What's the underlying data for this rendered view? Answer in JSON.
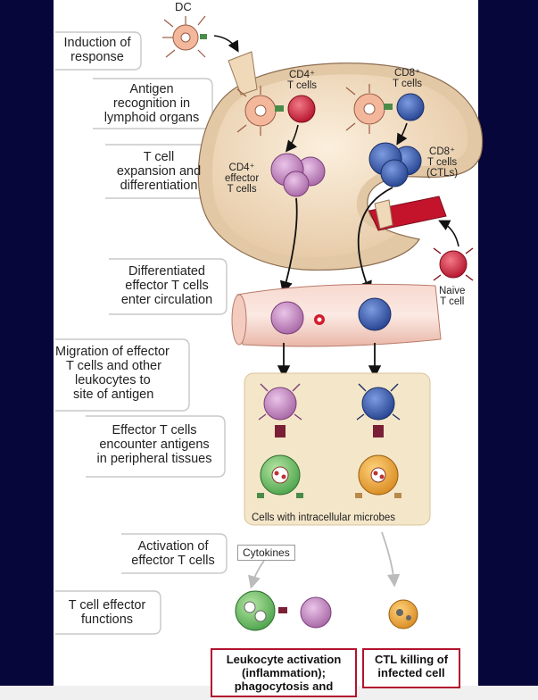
{
  "steps": [
    {
      "lines": [
        "Induction of",
        "response"
      ]
    },
    {
      "lines": [
        "Antigen",
        "recognition in",
        "lymphoid organs"
      ]
    },
    {
      "lines": [
        "T cell",
        "expansion and",
        "differentiation"
      ]
    },
    {
      "lines": [
        "Differentiated",
        "effector T cells",
        "enter circulation"
      ]
    },
    {
      "lines": [
        "Migration of effector",
        "T cells and other",
        "leukocytes to",
        "site of antigen"
      ]
    },
    {
      "lines": [
        "Effector T cells",
        "encounter antigens",
        "in peripheral tissues"
      ]
    },
    {
      "lines": [
        "Activation of",
        "effector T cells"
      ]
    },
    {
      "lines": [
        "T cell effector",
        "functions"
      ]
    }
  ],
  "labels": {
    "dc": "DC",
    "cd4_top": [
      "CD4⁺",
      "T cells"
    ],
    "cd8_top": [
      "CD8⁺",
      "T cells"
    ],
    "cd4_effector": [
      "CD4⁺",
      "effector",
      "T cells"
    ],
    "cd8_ctl": [
      "CD8⁺",
      "T cells",
      "(CTLs)"
    ],
    "naive": [
      "Naive",
      "T cell"
    ],
    "microbes": "Cells with intracellular microbes",
    "cytokines": "Cytokines"
  },
  "outcomes": {
    "leukocyte": [
      "Leukocyte activation",
      "(inflammation);",
      "phagocytosis and"
    ],
    "ctl": [
      "CTL killing of",
      "infected cell"
    ]
  },
  "colors": {
    "background": "#06063a",
    "panel": "#ffffff",
    "outcome_border": "#b2132e",
    "cd4_cell": "#c98bc6",
    "cd8_cell": "#3f63b8",
    "naive_cell": "#d3243a",
    "node": "#f2dcc0"
  }
}
